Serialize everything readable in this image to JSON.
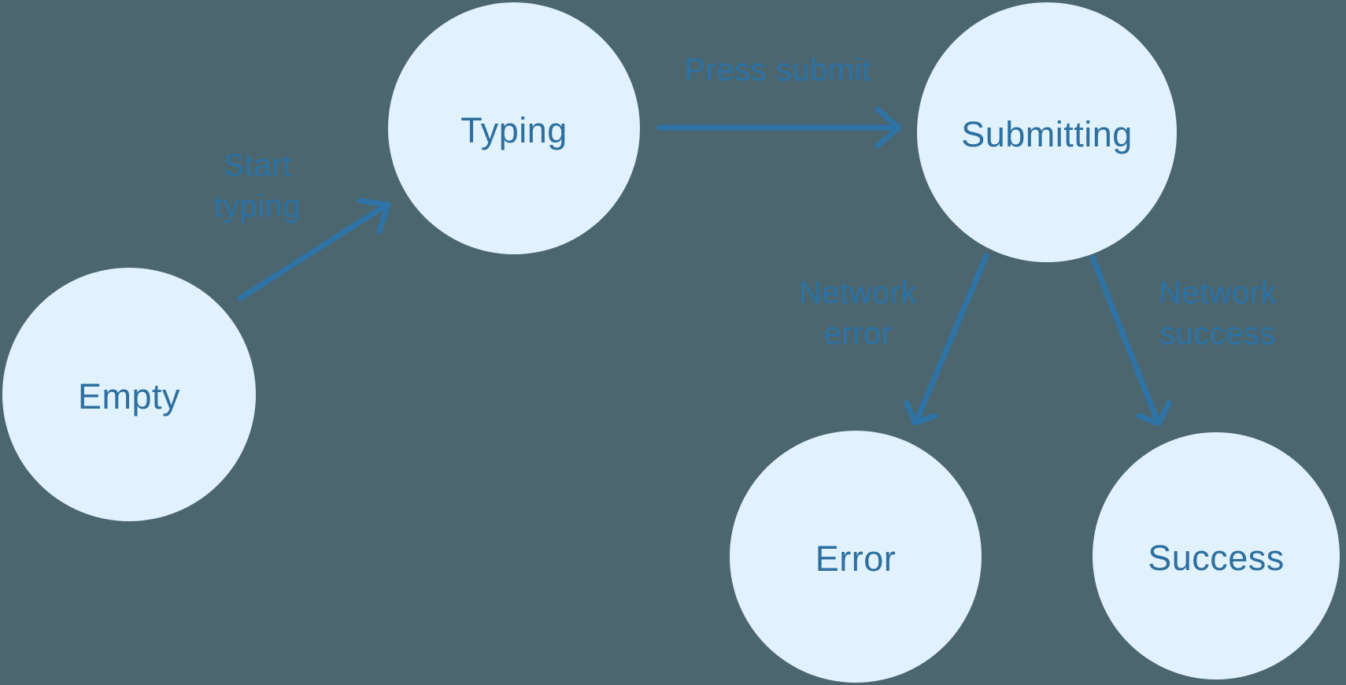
{
  "colors": {
    "background": "#4C6670",
    "node_fill": "#E1F2FC",
    "node_text": "#2D6F9F",
    "edge": "#2E73A6",
    "edge_label": "#2B72A5"
  },
  "nodes": [
    {
      "id": "empty",
      "label": "Empty"
    },
    {
      "id": "typing",
      "label": "Typing"
    },
    {
      "id": "submitting",
      "label": "Submitting"
    },
    {
      "id": "error",
      "label": "Error"
    },
    {
      "id": "success",
      "label": "Success"
    }
  ],
  "edges": [
    {
      "from": "empty",
      "to": "typing",
      "label": "Start typing",
      "label_lines": [
        "Start",
        "typing"
      ]
    },
    {
      "from": "typing",
      "to": "submitting",
      "label": "Press submit",
      "label_lines": [
        "Press submit"
      ]
    },
    {
      "from": "submitting",
      "to": "error",
      "label": "Network error",
      "label_lines": [
        "Network",
        "error"
      ]
    },
    {
      "from": "submitting",
      "to": "success",
      "label": "Network success",
      "label_lines": [
        "Network",
        "success"
      ]
    }
  ]
}
